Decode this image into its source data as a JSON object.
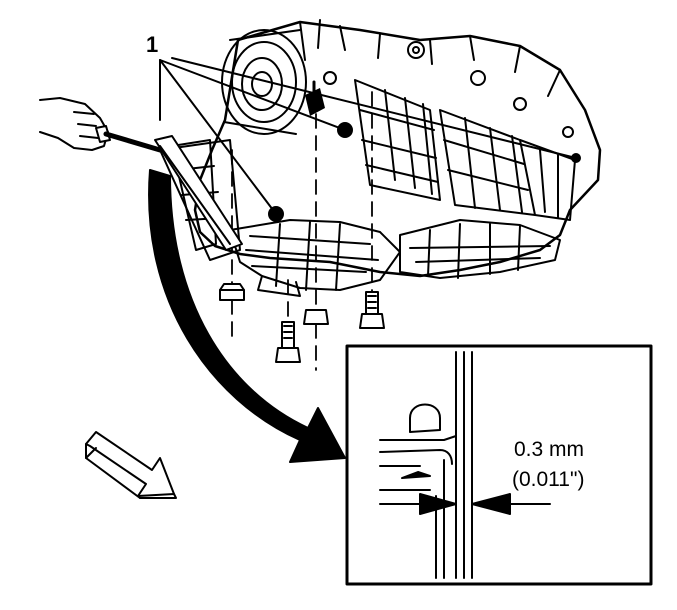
{
  "callout": {
    "number": "1"
  },
  "detail": {
    "measurement_mm": "0.3 mm",
    "measurement_in": "(0.011\")"
  },
  "icons": {
    "tool": "feeler-gauge-icon",
    "engine": "oil-pan-engine-icon",
    "arrow": "view-direction-arrow-icon",
    "bolts": "bolt-icon"
  },
  "colors": {
    "ink": "#000000",
    "paper": "#ffffff"
  }
}
